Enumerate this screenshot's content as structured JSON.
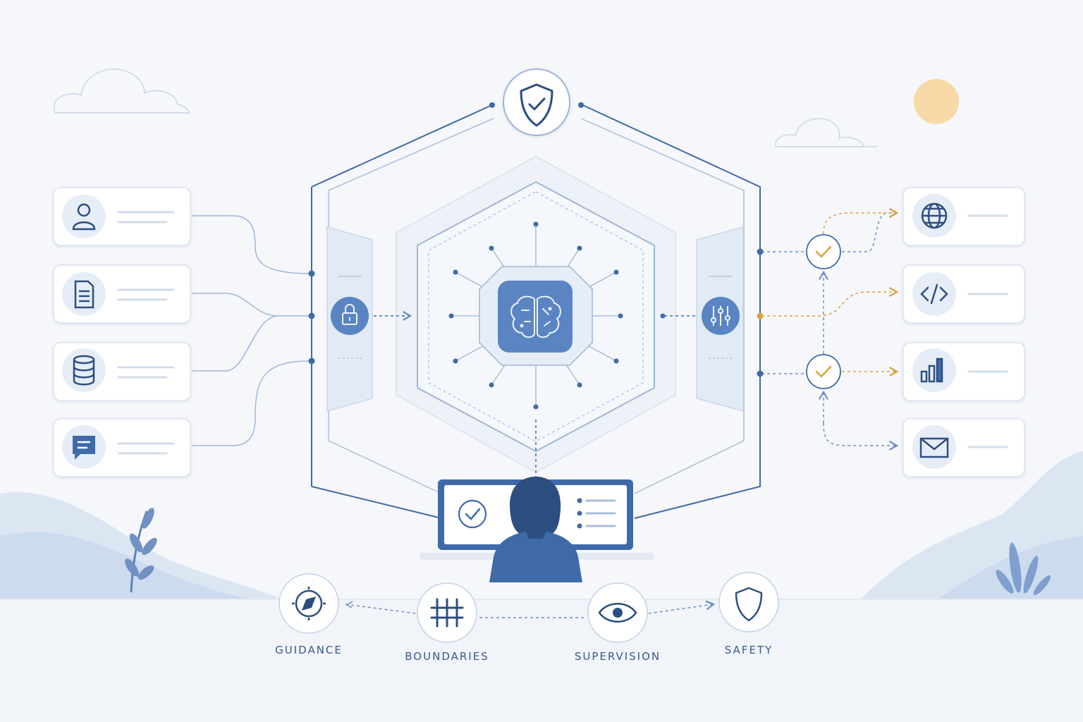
{
  "labels": {
    "guidance": "GUIDANCE",
    "boundaries": "BOUNDARIES",
    "supervision": "SUPERVISION",
    "safety": "SAFETY"
  },
  "icons": {
    "inputs": [
      "user-icon",
      "document-icon",
      "database-icon",
      "chat-icon"
    ],
    "outputs": [
      "globe-icon",
      "code-icon",
      "bar-chart-icon",
      "mail-icon"
    ],
    "core": "brain-icon",
    "top": "shield-check-icon",
    "left_gate": "lock-icon",
    "right_gate": "sliders-icon"
  },
  "colors": {
    "primary": "#3f6aa8",
    "primary_dark": "#2c4f80",
    "accent": "#d9a23a",
    "line": "#9fb6d6",
    "panel": "#e6edf7",
    "sun": "#f8d9a8"
  }
}
